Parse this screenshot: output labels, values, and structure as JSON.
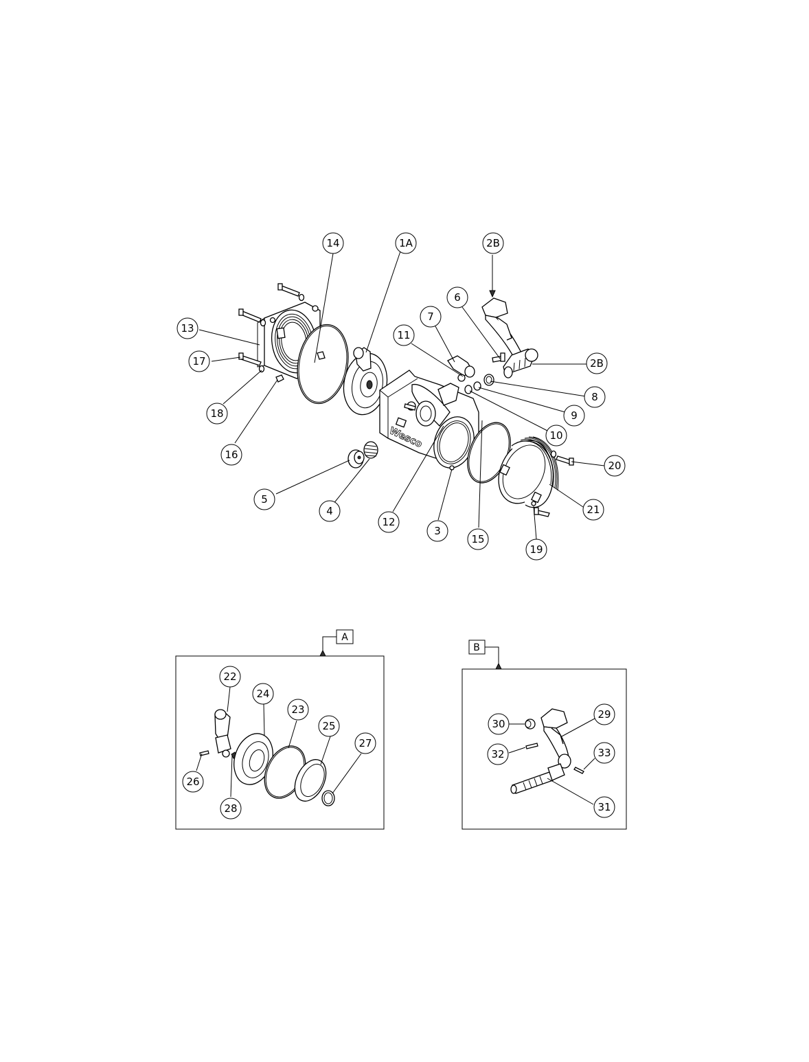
{
  "callouts": [
    "14",
    "1A",
    "2B",
    "6",
    "7",
    "11",
    "13",
    "17",
    "18",
    "16",
    "2B",
    "8",
    "9",
    "10",
    "5",
    "4",
    "12",
    "3",
    "15",
    "20",
    "21",
    "19",
    "22",
    "24",
    "23",
    "25",
    "27",
    "26",
    "28",
    "30",
    "29",
    "32",
    "33",
    "31"
  ],
  "detail_tags": {
    "a": "A",
    "b": "B"
  },
  "logo": "Wesco"
}
